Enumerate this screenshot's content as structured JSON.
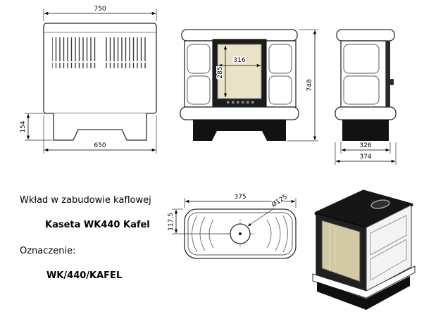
{
  "title_block": {
    "line1": "Wkład w zabudowie kaflowej",
    "line2": "Kaseta WK440 Kafel",
    "line3": "Oznaczenie:",
    "line4": "WK/440/KAFEL"
  },
  "dims": {
    "back_top_width": "750",
    "back_bottom_width": "650",
    "base_height": "154",
    "glass_width": "316",
    "glass_height": "285",
    "total_height": "748",
    "side_depth_inner": "326",
    "side_depth_outer": "374",
    "top_width": "375",
    "flue_diameter": "Ø125",
    "flue_offset": "117,5"
  },
  "colors": {
    "line": "#2b2b2b",
    "metal_dark": "#161616",
    "glass_cream": "#e9e2c6",
    "tile_white": "#ffffff"
  }
}
